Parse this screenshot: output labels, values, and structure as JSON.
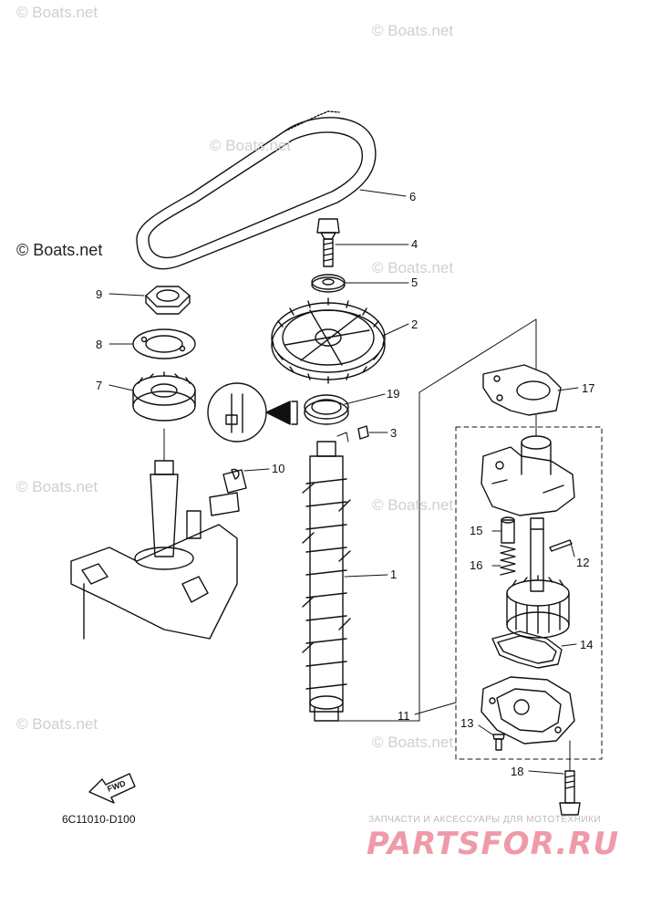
{
  "watermarks": [
    "© Boats.net",
    "© Boats.net",
    "© Boats.net",
    "© Boats.net",
    "© Boats.net",
    "© Boats.net",
    "© Boats.net",
    "© Boats.net",
    "© Boats.net"
  ],
  "labels": {
    "p1": "1",
    "p2": "2",
    "p3": "3",
    "p4": "4",
    "p5": "5",
    "p6": "6",
    "p7": "7",
    "p8": "8",
    "p9": "9",
    "p10": "10",
    "p11": "11",
    "p12": "12",
    "p13": "13",
    "p14": "14",
    "p15": "15",
    "p16": "16",
    "p17": "17",
    "p18": "18",
    "p19": "19"
  },
  "fwd_label": "FWD",
  "diagram_code": "6C11010-D100",
  "brand_tagline": "ЗАПЧАСТИ И АКСЕССУАРЫ ДЛЯ МОТОТЕХНИКИ",
  "brand_name": "PARTSFOR.RU"
}
